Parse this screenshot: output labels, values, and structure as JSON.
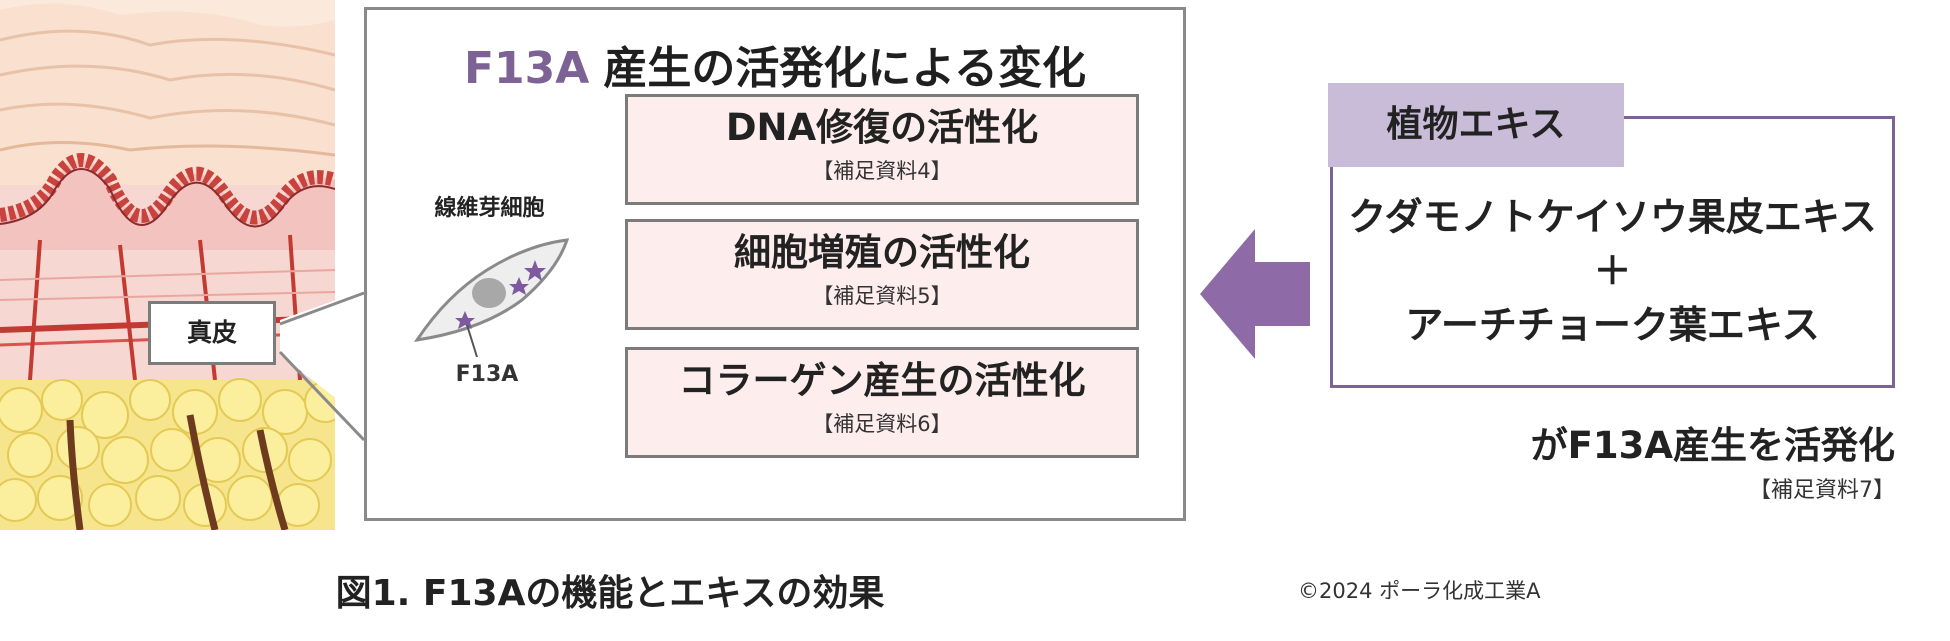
{
  "dermis_label": "真皮",
  "main_title": {
    "highlight": "F13A",
    "rest": "産生の活発化による変化"
  },
  "cell": {
    "label": "線維芽細胞",
    "marker_label": "F13A"
  },
  "effects": [
    {
      "title": "DNA修復の活性化",
      "ref": "【補足資料4】"
    },
    {
      "title": "細胞増殖の活性化",
      "ref": "【補足資料5】"
    },
    {
      "title": "コラーゲン産生の活性化",
      "ref": "【補足資料6】"
    }
  ],
  "extract": {
    "tab": "植物エキス",
    "line1": "クダモノトケイソウ果皮エキス",
    "plus": "＋",
    "line2": "アーチチョーク葉エキス"
  },
  "tagline": "がF13A産生を活発化",
  "tagline_ref": "【補足資料7】",
  "caption": "図1. F13Aの機能とエキスの効果",
  "copyright": "©2024  ポーラ化成工業A",
  "colors": {
    "accent_purple": "#7d6296",
    "tab_purple": "#c9bcd9",
    "effect_pink": "#fdeded",
    "arrow_purple": "#8e6ba6"
  }
}
